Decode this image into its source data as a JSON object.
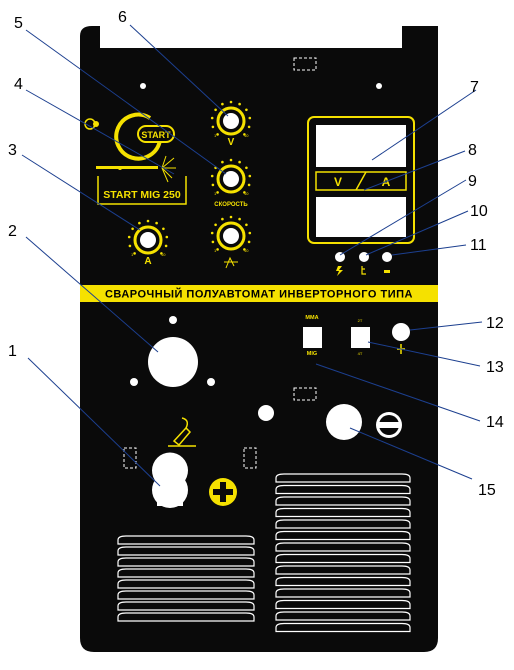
{
  "colors": {
    "panel": "#0a0a0a",
    "accent": "#f5e100",
    "paper": "#ffffff",
    "line": "#1c3f8f"
  },
  "banner": {
    "text": "СВАРОЧНЫЙ ПОЛУАВТОМАТ ИНВЕРТОРНОГО ТИПА"
  },
  "brand": {
    "start_badge": "START",
    "model": "START MIG 250"
  },
  "knobs": {
    "voltage_label": "V",
    "speed_label": "СКОРОСТЬ",
    "current_label": "A",
    "scale_min": "1",
    "scale_max": "10"
  },
  "display": {
    "left_unit": "V",
    "right_unit": "A"
  },
  "switches": {
    "mode_top": "MMA",
    "mode_bottom": "MIG",
    "torch_top": "2T",
    "torch_bottom": "4T"
  },
  "callouts": [
    {
      "id": "1",
      "text": "1"
    },
    {
      "id": "2",
      "text": "2"
    },
    {
      "id": "3",
      "text": "3"
    },
    {
      "id": "4",
      "text": "4"
    },
    {
      "id": "5",
      "text": "5"
    },
    {
      "id": "6",
      "text": "6"
    },
    {
      "id": "7",
      "text": "7"
    },
    {
      "id": "8",
      "text": "8"
    },
    {
      "id": "9",
      "text": "9"
    },
    {
      "id": "10",
      "text": "10"
    },
    {
      "id": "11",
      "text": "11"
    },
    {
      "id": "12",
      "text": "12"
    },
    {
      "id": "13",
      "text": "13"
    },
    {
      "id": "14",
      "text": "14"
    },
    {
      "id": "15",
      "text": "15"
    }
  ],
  "terminals": {
    "positive": "+",
    "negative": "−"
  }
}
